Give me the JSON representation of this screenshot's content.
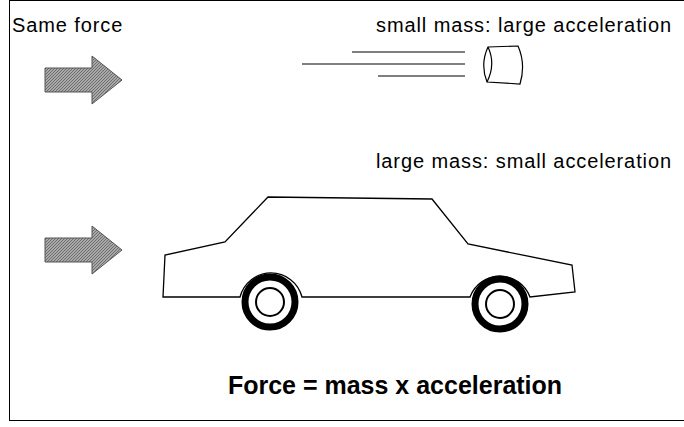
{
  "diagram": {
    "caption": "Force = mass x acceleration",
    "labels": [
      "Same force",
      "small mass: large acceleration",
      "large mass: small acceleration"
    ]
  }
}
